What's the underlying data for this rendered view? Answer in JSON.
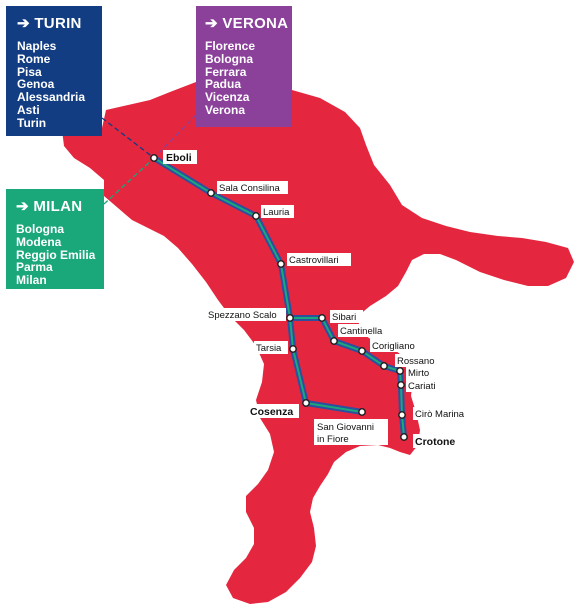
{
  "colors": {
    "map_fill": "#e5263f",
    "turin_panel": "#123d82",
    "verona_panel": "#8b409a",
    "milan_panel": "#1aa779",
    "route_outer": "#2e4ea0",
    "route_inner": "#1aa779"
  },
  "panels": {
    "turin": {
      "arrow": "➔",
      "title": "TURIN",
      "stops": [
        "Naples",
        "Rome",
        "Pisa",
        "Genoa",
        "Alessandria",
        "Asti",
        "Turin"
      ]
    },
    "verona": {
      "arrow": "➔",
      "title": "VERONA",
      "stops": [
        "Florence",
        "Bologna",
        "Ferrara",
        "Padua",
        "Vicenza",
        "Verona"
      ]
    },
    "milan": {
      "arrow": "➔",
      "title": "MILAN",
      "stops": [
        "Bologna",
        "Modena",
        "Reggio Emilia",
        "Parma",
        "Milan"
      ]
    }
  },
  "towns": {
    "eboli": "Eboli",
    "sala_consilina": "Sala Consilina",
    "lauria": "Lauria",
    "castrovillari": "Castrovillari",
    "spezzano_scalo": "Spezzano Scalo",
    "sibari": "Sibari",
    "cantinella": "Cantinella",
    "corigliano": "Corigliano",
    "rossano": "Rossano",
    "mirto": "Mirto",
    "cariati": "Cariati",
    "ciro_marina": "Cirò Marina",
    "crotone": "Crotone",
    "tarsia": "Tarsia",
    "cosenza": "Cosenza",
    "san_giovanni_1": "San Giovanni",
    "san_giovanni_2": "in Fiore"
  }
}
